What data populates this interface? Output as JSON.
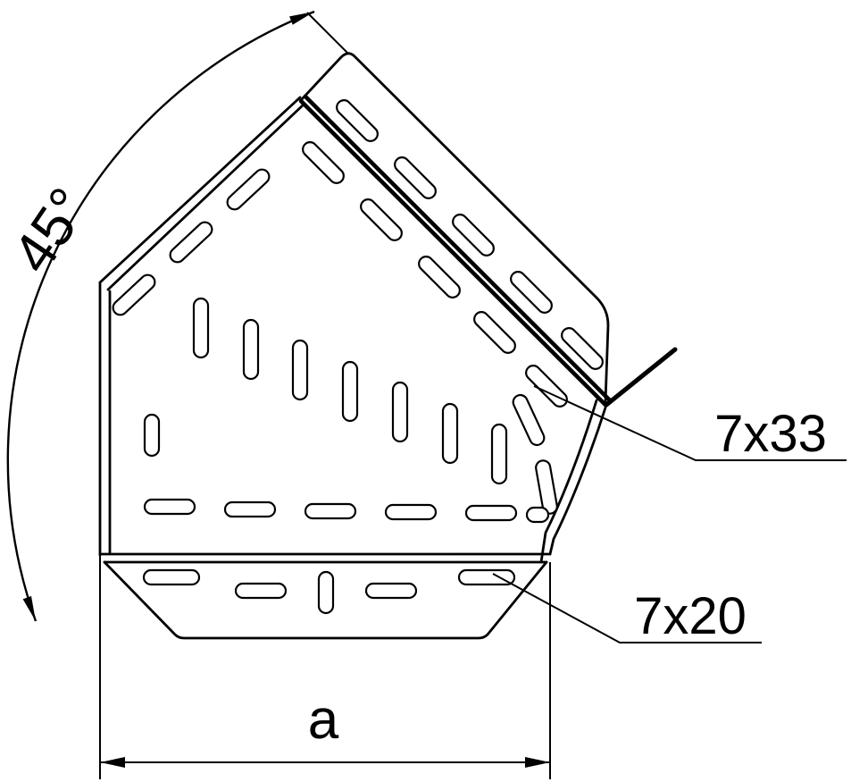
{
  "drawing": {
    "background": "#ffffff",
    "line_color": "#000000",
    "labels": {
      "angle": "45°",
      "slot_size_top": "7x33",
      "slot_size_bottom": "7x20",
      "width_dimension": "a"
    }
  }
}
